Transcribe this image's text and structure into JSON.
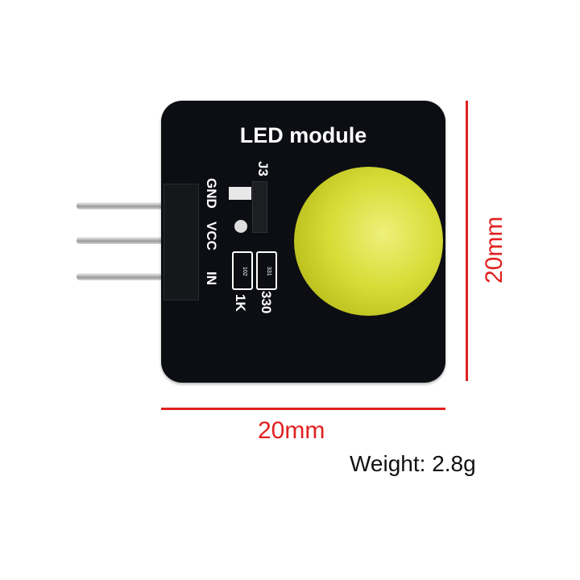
{
  "product": {
    "board_title": "LED module",
    "silkscreen": {
      "pins": [
        "GND",
        "VCC",
        "IN"
      ],
      "connector": "J3",
      "resistor_labels": [
        "1K",
        "330"
      ],
      "resistor_codes": [
        "102",
        "331"
      ]
    },
    "led_color": "#d7dc36",
    "board_color": "#0c0e13"
  },
  "dimensions": {
    "height_label": "20mm",
    "width_label": "20mm",
    "arrow_color": "#e0201e"
  },
  "weight_label": "Weight: 2.8g"
}
